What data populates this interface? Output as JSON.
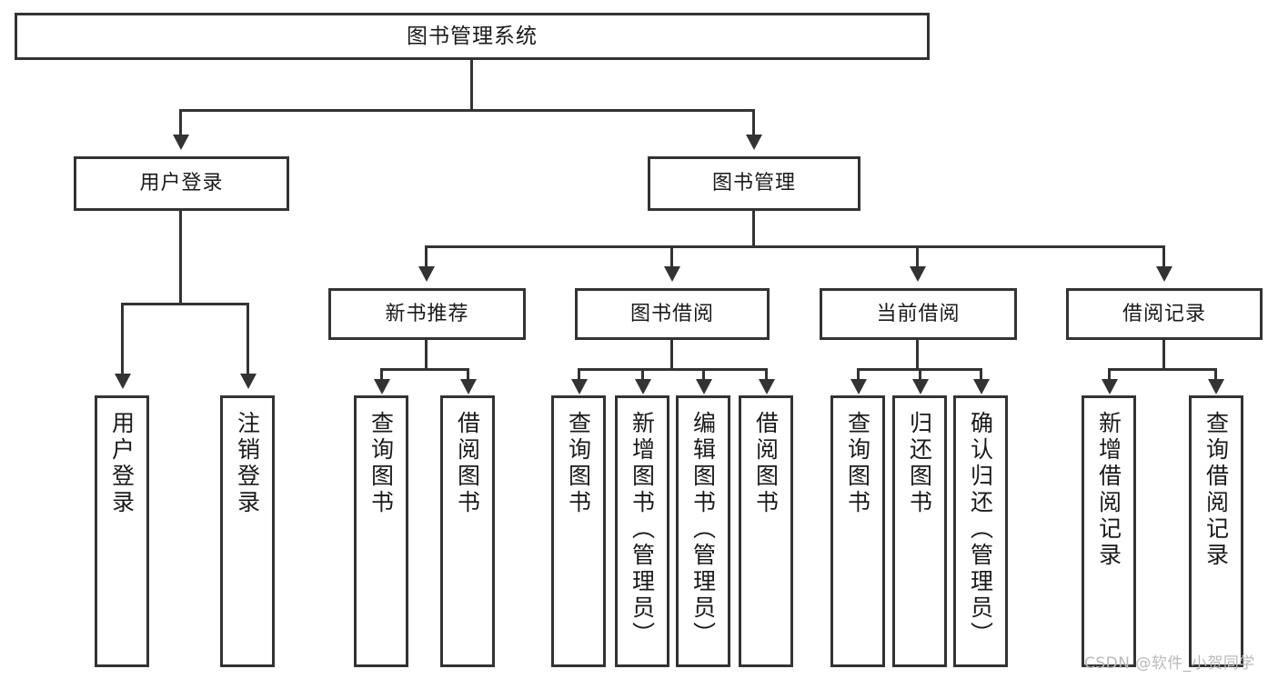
{
  "diagram": {
    "title": "图书管理系统",
    "type": "hierarchy-tree",
    "watermark": "CSDN @软件_小贺同学",
    "colors": {
      "box_border": "#333333",
      "box_fill": "#ffffff",
      "connector": "#333333",
      "text": "#1a1a1a",
      "watermark": "#b9b9b9",
      "background": "#ffffff"
    },
    "root": {
      "label": "图书管理系统"
    },
    "level2": [
      {
        "label": "用户登录"
      },
      {
        "label": "图书管理"
      }
    ],
    "level3": [
      {
        "label": "新书推荐"
      },
      {
        "label": "图书借阅"
      },
      {
        "label": "当前借阅"
      },
      {
        "label": "借阅记录"
      }
    ],
    "leaves": {
      "user_login": [
        {
          "label": "用户登录"
        },
        {
          "label": "注销登录"
        }
      ],
      "new_book_recommend": [
        {
          "label": "查询图书"
        },
        {
          "label": "借阅图书"
        }
      ],
      "book_borrow": [
        {
          "label": "查询图书"
        },
        {
          "label": "新增图书（管理员）"
        },
        {
          "label": "编辑图书（管理员）"
        },
        {
          "label": "借阅图书"
        }
      ],
      "current_borrow": [
        {
          "label": "查询图书"
        },
        {
          "label": "归还图书"
        },
        {
          "label": "确认归还（管理员）"
        }
      ],
      "borrow_record": [
        {
          "label": "新增借阅记录"
        },
        {
          "label": "查询借阅记录"
        }
      ]
    }
  }
}
